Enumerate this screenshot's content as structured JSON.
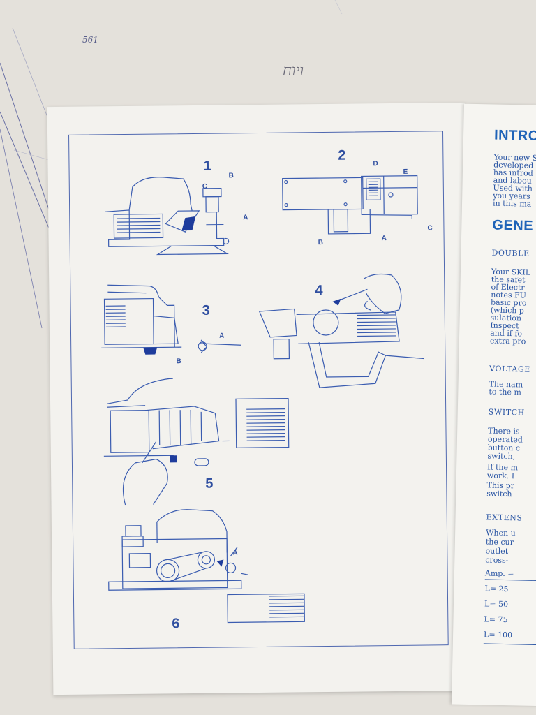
{
  "figures": {
    "fig1": {
      "number": "1",
      "labels": [
        "B",
        "C",
        "A"
      ]
    },
    "fig2": {
      "number": "2",
      "labels": [
        "D",
        "E",
        "C",
        "B",
        "A"
      ]
    },
    "fig3": {
      "number": "3",
      "labels": [
        "A",
        "B"
      ]
    },
    "fig4": {
      "number": "4"
    },
    "fig5": {
      "number": "5"
    },
    "fig6": {
      "number": "6",
      "labels": [
        "A"
      ]
    }
  },
  "right_page": {
    "heading1": "INTRO",
    "intro_lines": [
      "Your new S",
      "developed",
      "has introd",
      "and labou",
      "Used with",
      "you years",
      "in this ma"
    ],
    "heading2": "GENE",
    "sub_double": "DOUBLE",
    "double_lines": [
      "Your SKIL",
      "the safet",
      "of Electr",
      "notes FU",
      "basic pro",
      "(which p",
      "sulation",
      "Inspect",
      "and if fo",
      "extra pro"
    ],
    "sub_voltage": "VOLTAGE",
    "voltage_lines": [
      "The nam",
      "to the m"
    ],
    "sub_switch": "SWITCH",
    "switch_lines": [
      "There is",
      "operated",
      "button c",
      "switch,",
      "If the m",
      "work. I",
      "This pr",
      "switch"
    ],
    "sub_extens": "EXTENS",
    "extens_lines": [
      "When u",
      "the cur",
      "outlet",
      "cross-"
    ],
    "table_head": "Amp. =",
    "table_rows": [
      "L= 25",
      "L= 50",
      "L= 75",
      "L= 100"
    ]
  },
  "desk_scribbles": [
    "561",
    "ויוח"
  ]
}
